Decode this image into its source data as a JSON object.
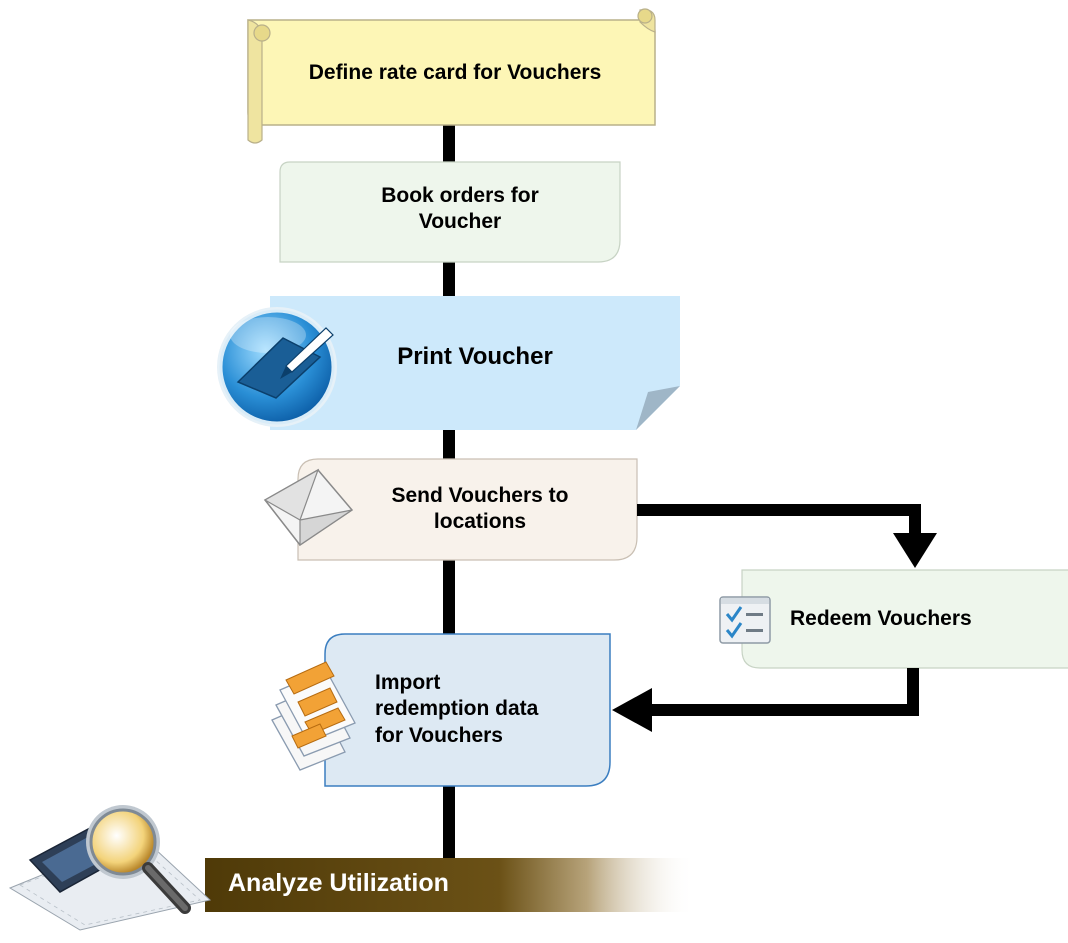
{
  "diagram": {
    "steps": {
      "define_rate_card": "Define rate card for Vouchers",
      "book_orders": "Book  orders for\nVoucher",
      "print_voucher": "Print Voucher",
      "send_vouchers": "Send Vouchers to\nlocations",
      "redeem_vouchers": "Redeem Vouchers",
      "import_redemption": "Import\nredemption data\nfor Vouchers",
      "analyze_utilization": "Analyze Utilization"
    },
    "colors": {
      "scroll_fill": "#fdf6b6",
      "book_fill": "#eef6ec",
      "print_fill": "#cde9fb",
      "send_fill": "#f8f2eb",
      "redeem_fill": "#eef6ec",
      "import_fill": "#dde9f3",
      "import_border": "#3b7ec0",
      "connector": "#000000",
      "analyze_bar": "#5a4410"
    },
    "icons": [
      "pen-paper-icon",
      "envelope-icon",
      "checklist-icon",
      "documents-icon",
      "magnifier-film-icon"
    ]
  }
}
